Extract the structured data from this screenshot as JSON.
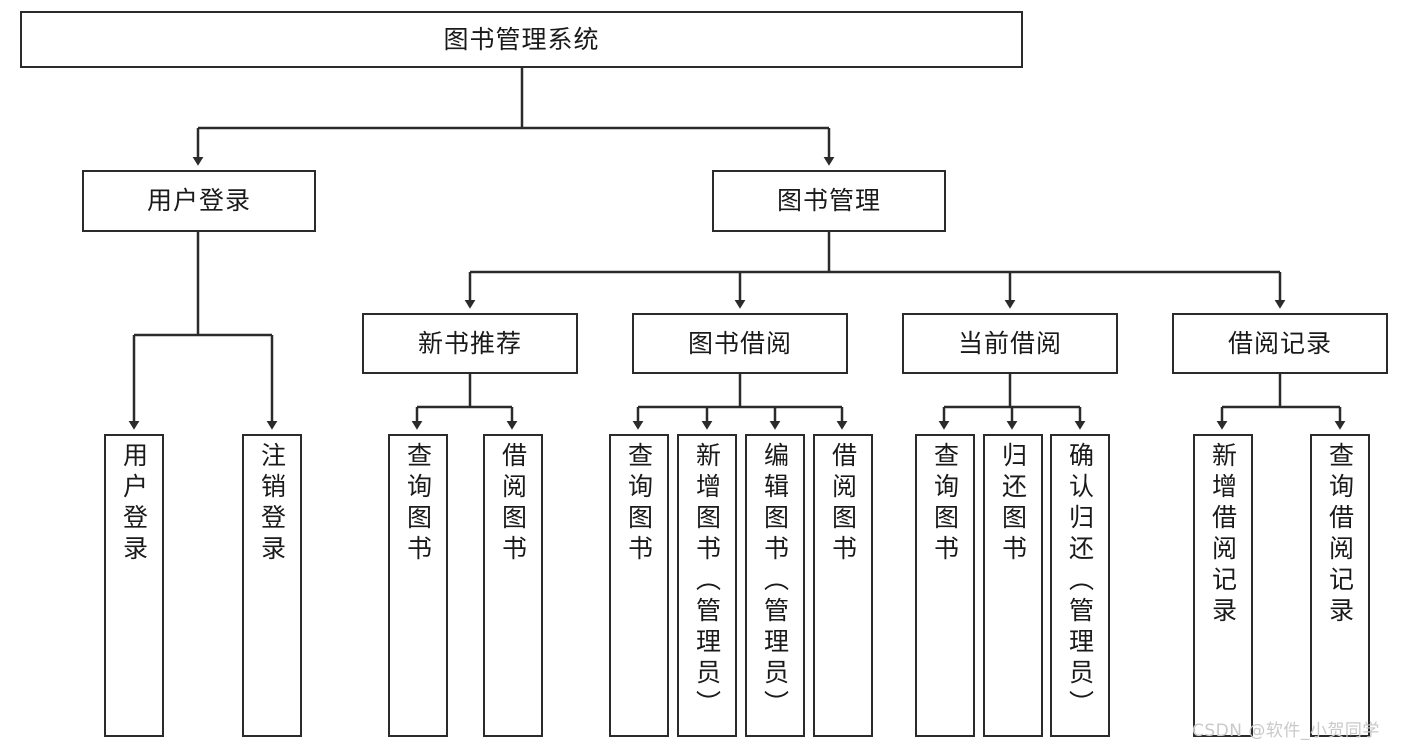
{
  "diagram": {
    "type": "tree",
    "title": "图书管理系统",
    "orientation": "top-down",
    "style": {
      "box_stroke": "#2b2b2b",
      "box_fill": "#ffffff",
      "edge_stroke": "#2b2b2b",
      "text_color": "#1a1a1a",
      "background": "#ffffff"
    },
    "nodes": {
      "root": {
        "label": "图书管理系统",
        "level": 0
      },
      "level2": [
        {
          "id": "user-login",
          "label": "用户登录"
        },
        {
          "id": "book-management",
          "label": "图书管理"
        }
      ],
      "level3": [
        {
          "id": "new-book-recommend",
          "label": "新书推荐",
          "parent": "book-management"
        },
        {
          "id": "book-borrow",
          "label": "图书借阅",
          "parent": "book-management"
        },
        {
          "id": "current-borrow",
          "label": "当前借阅",
          "parent": "book-management"
        },
        {
          "id": "borrow-record",
          "label": "借阅记录",
          "parent": "book-management"
        }
      ],
      "leaves": [
        {
          "id": "leaf-user-login",
          "label": "用户登录",
          "parent": "user-login"
        },
        {
          "id": "leaf-logout-login",
          "label": "注销登录",
          "parent": "user-login"
        },
        {
          "id": "leaf-query-book-1",
          "label": "查询图书",
          "parent": "new-book-recommend"
        },
        {
          "id": "leaf-borrow-book-1",
          "label": "借阅图书",
          "parent": "new-book-recommend"
        },
        {
          "id": "leaf-query-book-2",
          "label": "查询图书",
          "parent": "book-borrow"
        },
        {
          "id": "leaf-add-book",
          "label": "新增图书（管理员）",
          "parent": "book-borrow"
        },
        {
          "id": "leaf-edit-book",
          "label": "编辑图书（管理员）",
          "parent": "book-borrow"
        },
        {
          "id": "leaf-borrow-book-2",
          "label": "借阅图书",
          "parent": "book-borrow"
        },
        {
          "id": "leaf-query-book-3",
          "label": "查询图书",
          "parent": "current-borrow"
        },
        {
          "id": "leaf-return-book",
          "label": "归还图书",
          "parent": "current-borrow"
        },
        {
          "id": "leaf-confirm-return",
          "label": "确认归还（管理员）",
          "parent": "current-borrow"
        },
        {
          "id": "leaf-add-record",
          "label": "新增借阅记录",
          "parent": "borrow-record"
        },
        {
          "id": "leaf-query-record",
          "label": "查询借阅记录",
          "parent": "borrow-record"
        }
      ]
    }
  },
  "watermark": {
    "text": "CSDN @软件_小贺同学"
  }
}
